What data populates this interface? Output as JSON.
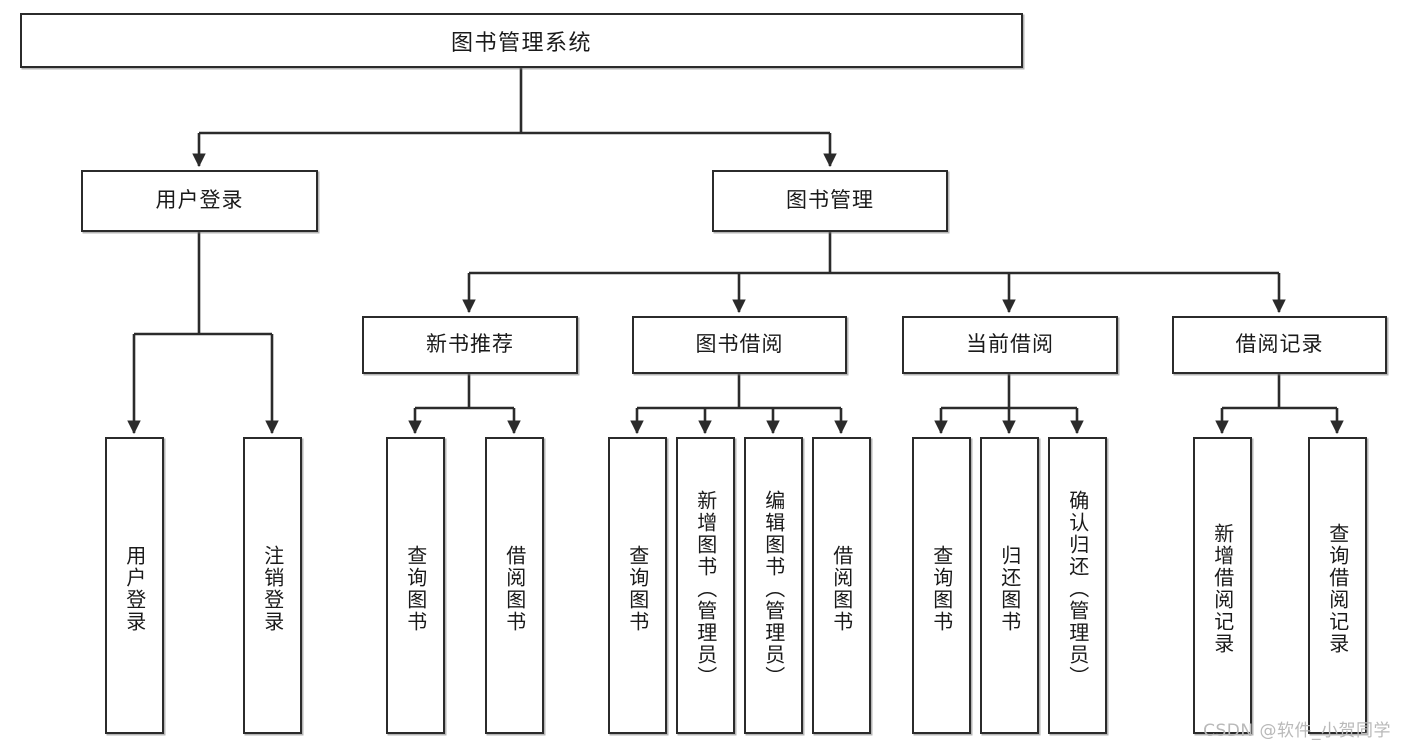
{
  "diagram": {
    "title": "图书管理系统",
    "type": "tree-hierarchy-chart",
    "watermark": "CSDN @软件_小贺同学",
    "stroke_color": "#2b2b2b",
    "fill_color": "#ffffff",
    "text_color": "#1a1a1a",
    "watermark_color": "#b9b9b9"
  },
  "nodes": {
    "root": {
      "label": "图书管理系统"
    },
    "level1": [
      {
        "id": "user-login",
        "label": "用户登录"
      },
      {
        "id": "book-management",
        "label": "图书管理"
      }
    ],
    "level2": [
      {
        "id": "new-book-recommend",
        "label": "新书推荐"
      },
      {
        "id": "book-borrow",
        "label": "图书借阅"
      },
      {
        "id": "current-borrow",
        "label": "当前借阅"
      },
      {
        "id": "borrow-record",
        "label": "借阅记录"
      }
    ],
    "leaves": {
      "user_login": [
        {
          "id": "leaf-user-login",
          "label": "用户登录"
        },
        {
          "id": "leaf-logout-login",
          "label": "注销登录"
        }
      ],
      "new_book_recommend": [
        {
          "id": "leaf-query-book-1",
          "label": "查询图书"
        },
        {
          "id": "leaf-borrow-book-1",
          "label": "借阅图书"
        }
      ],
      "book_borrow": [
        {
          "id": "leaf-query-book-2",
          "label": "查询图书"
        },
        {
          "id": "leaf-add-book",
          "label": "新增图书（管理员）"
        },
        {
          "id": "leaf-edit-book",
          "label": "编辑图书（管理员）"
        },
        {
          "id": "leaf-borrow-book-2",
          "label": "借阅图书"
        }
      ],
      "current_borrow": [
        {
          "id": "leaf-query-book-3",
          "label": "查询图书"
        },
        {
          "id": "leaf-return-book",
          "label": "归还图书"
        },
        {
          "id": "leaf-confirm-return",
          "label": "确认归还（管理员）"
        }
      ],
      "borrow_record": [
        {
          "id": "leaf-add-record",
          "label": "新增借阅记录"
        },
        {
          "id": "leaf-query-record",
          "label": "查询借阅记录"
        }
      ]
    }
  }
}
